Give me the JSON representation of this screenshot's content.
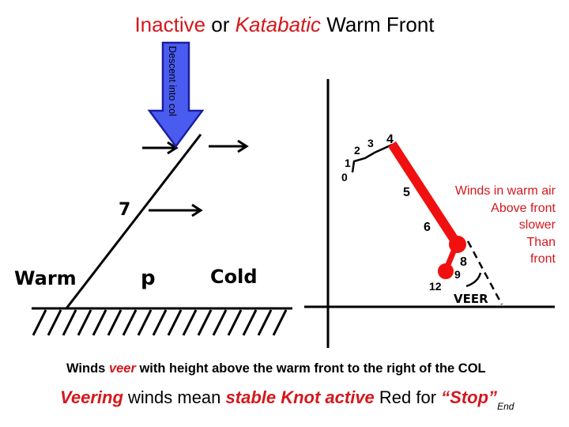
{
  "title": {
    "part1": "Inactive",
    "part2": " or ",
    "part3": "Katabatic",
    "part4": " Warm Front"
  },
  "arrow_label": "Descent into col",
  "left_diagram": {
    "warm": "Warm",
    "cold": "Cold",
    "pressure": "p",
    "height_label": "7"
  },
  "hodograph": {
    "points": [
      "0",
      "1",
      "2",
      "3",
      "4",
      "5",
      "6",
      "8",
      "9",
      "12"
    ],
    "veer": "VEER"
  },
  "note": [
    "Winds in warm air",
    "Above front",
    "slower",
    "Than",
    "front"
  ],
  "caption1": {
    "a": "Winds ",
    "b": "veer",
    "c": " with height above the warm front to the right of the COL"
  },
  "caption2": {
    "a": "Veering",
    "b": " winds mean ",
    "c": "stable Knot active",
    "d": " Red for ",
    "e": "“Stop”",
    "f": "End"
  },
  "colors": {
    "accent": "#d4171c",
    "arrow_fill": "#4a5cf0",
    "arrow_stroke": "#1a1fa0"
  }
}
